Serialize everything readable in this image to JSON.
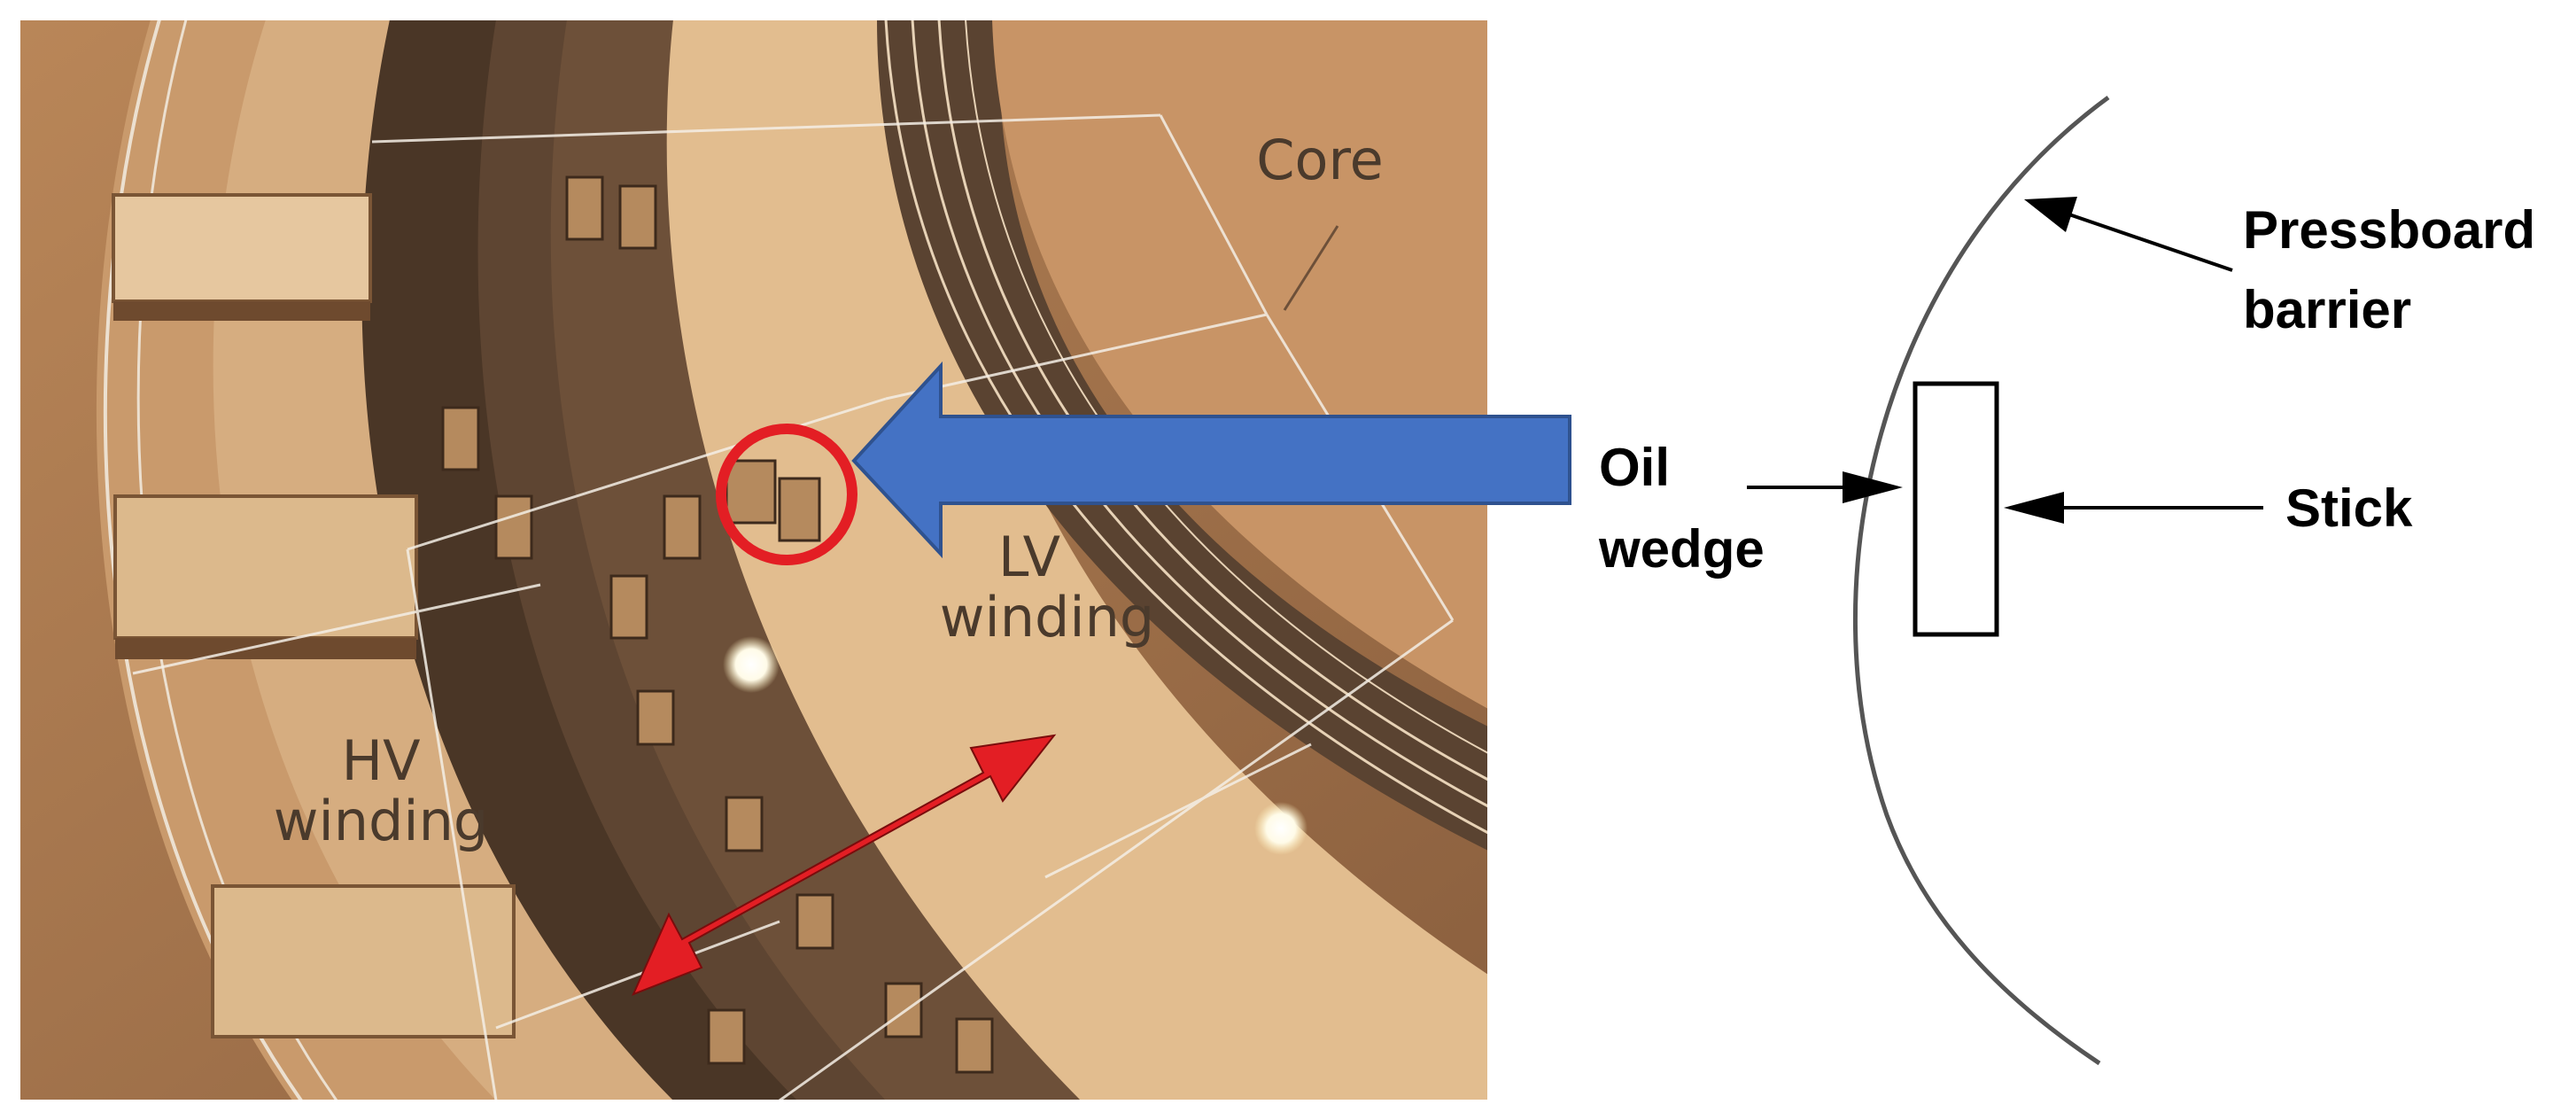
{
  "photo": {
    "labels": {
      "core": "Core",
      "lv_line1": "LV",
      "lv_line2": "winding",
      "hv_line1": "HV",
      "hv_line2": "winding"
    }
  },
  "diagram": {
    "labels": {
      "pressboard_line1": "Pressboard",
      "pressboard_line2": "barrier",
      "oil_line1": "Oil",
      "oil_line2": "wedge",
      "stick": "Stick"
    }
  },
  "colors": {
    "callout_arrow": "#4472C4",
    "highlight_circle": "#E31E24",
    "double_arrow": "#E31E24",
    "line": "#000000",
    "photo_text": "#4a3a2c"
  }
}
